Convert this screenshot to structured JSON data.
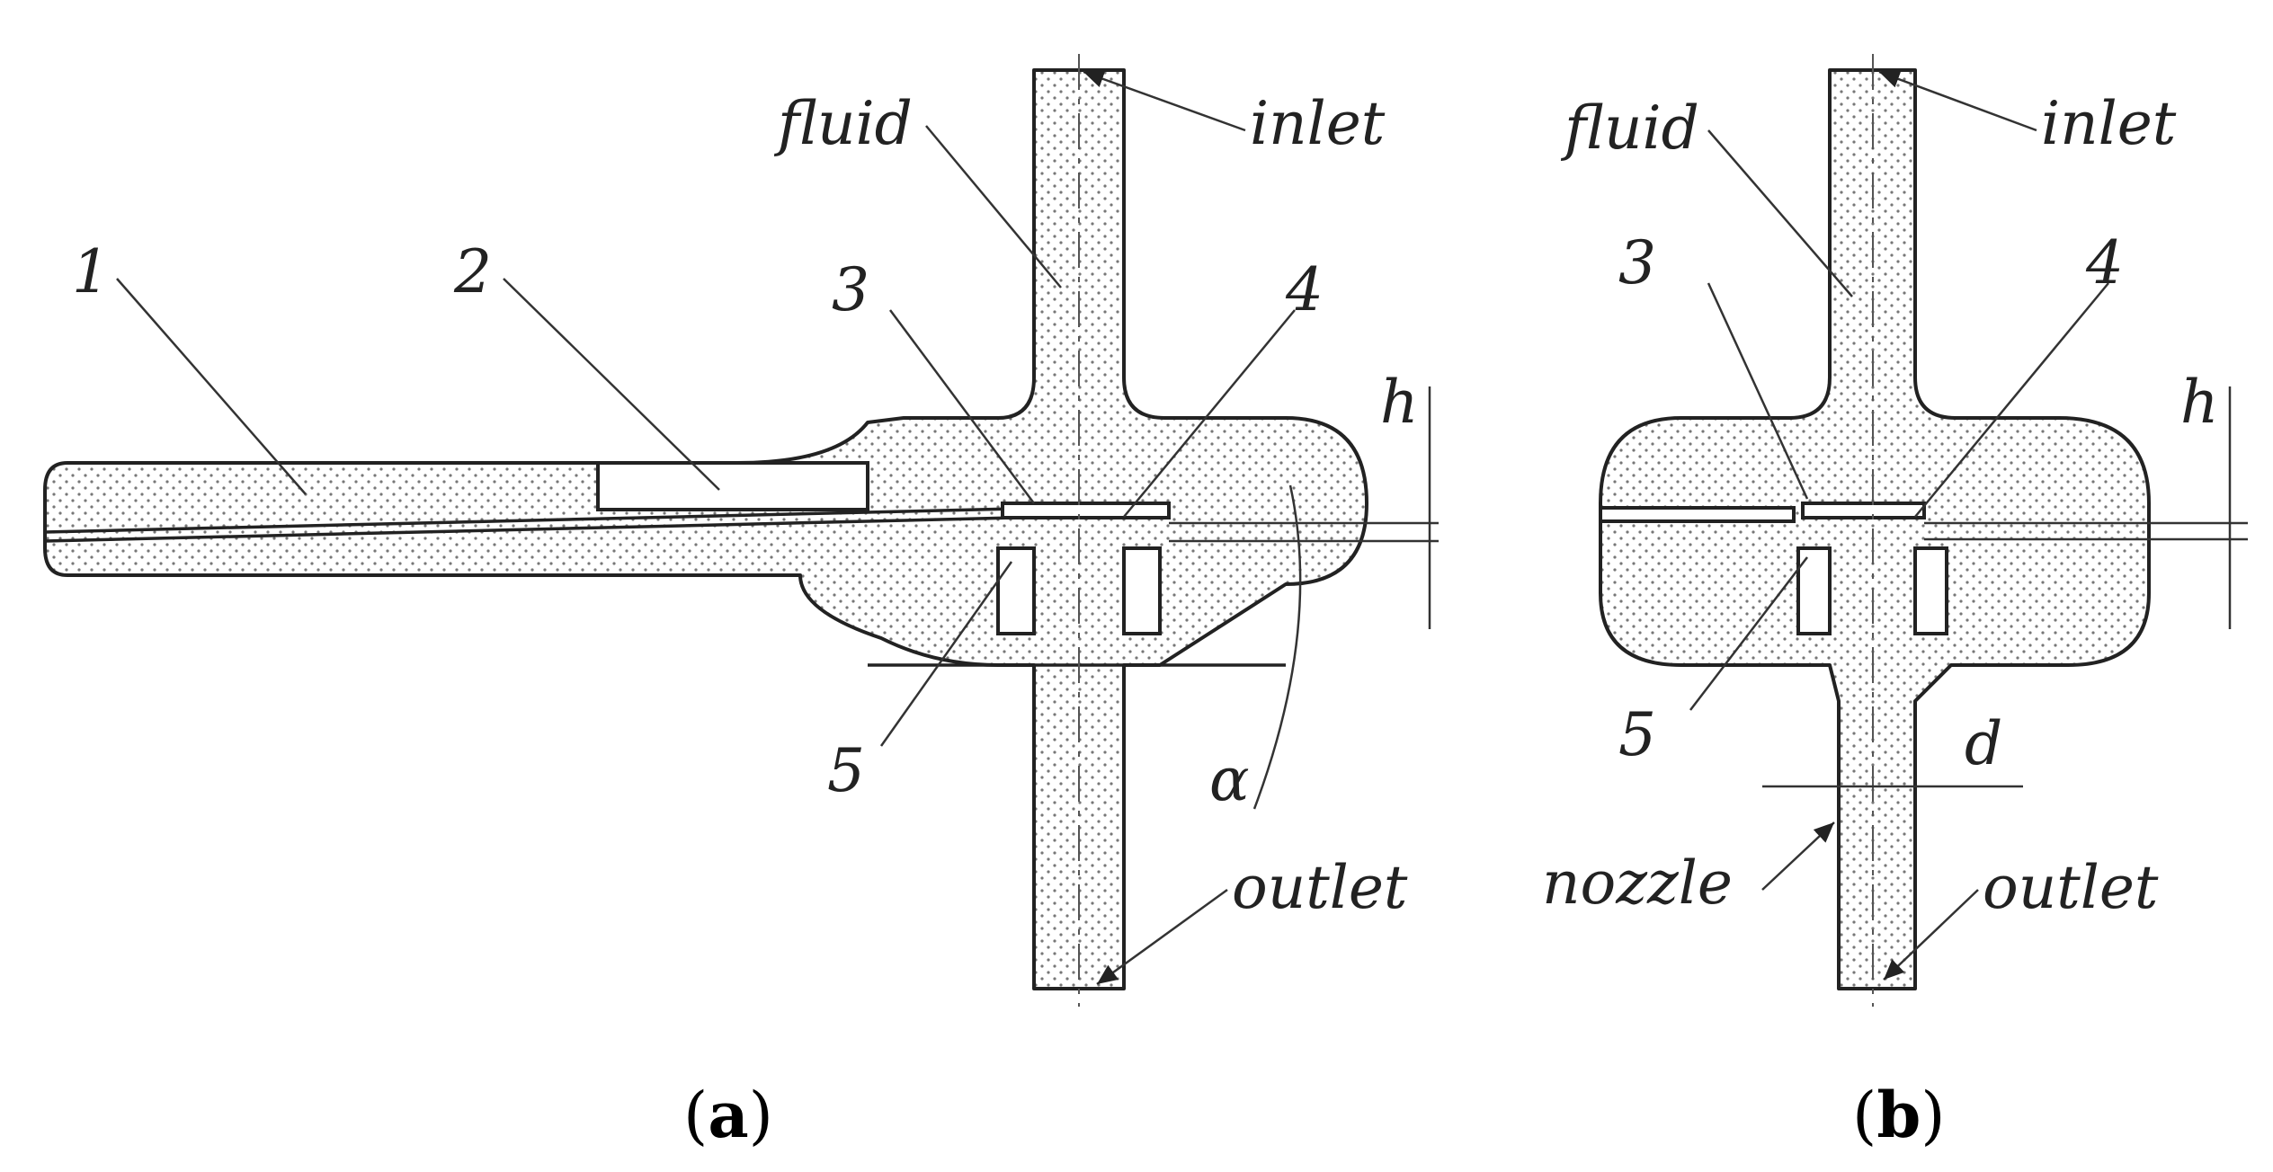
{
  "panel_a": {
    "labels": {
      "fluid": "fluid",
      "inlet": "inlet",
      "outlet": "outlet",
      "n1": "1",
      "n2": "2",
      "n3": "3",
      "n4": "4",
      "n5": "5",
      "h": "h",
      "alpha": "α"
    },
    "caption": {
      "open": "(",
      "letter": "a",
      "close": ")"
    }
  },
  "panel_b": {
    "labels": {
      "fluid": "fluid",
      "inlet": "inlet",
      "outlet": "outlet",
      "nozzle": "nozzle",
      "n3": "3",
      "n4": "4",
      "n5": "5",
      "h": "h",
      "d": "d"
    },
    "caption": {
      "open": "(",
      "letter": "b",
      "close": ")"
    }
  }
}
